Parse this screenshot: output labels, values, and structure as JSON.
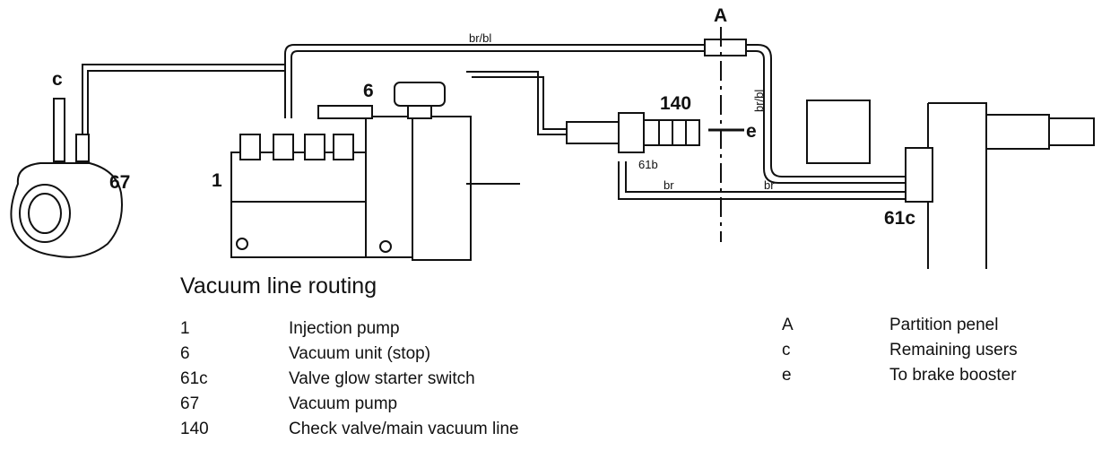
{
  "diagram": {
    "labels": {
      "c": "c",
      "n67": "67",
      "n1": "1",
      "n6": "6",
      "n140": "140",
      "A": "A",
      "e": "e",
      "n61b": "61b",
      "n61c": "61c",
      "br_bl_top": "br/bl",
      "br_bl_vert": "br/bl",
      "br_left": "br",
      "br_right": "br"
    }
  },
  "caption": "Vacuum line routing",
  "legend_left": [
    {
      "key": "1",
      "desc": "Injection pump"
    },
    {
      "key": "6",
      "desc": "Vacuum unit (stop)"
    },
    {
      "key": "61c",
      "desc": "Valve glow starter switch"
    },
    {
      "key": "67",
      "desc": "Vacuum pump"
    },
    {
      "key": "140",
      "desc": "Check valve/main vacuum line"
    }
  ],
  "legend_right": [
    {
      "key": "A",
      "desc": "Partition penel"
    },
    {
      "key": "c",
      "desc": "Remaining users"
    },
    {
      "key": "e",
      "desc": "To brake booster"
    }
  ]
}
